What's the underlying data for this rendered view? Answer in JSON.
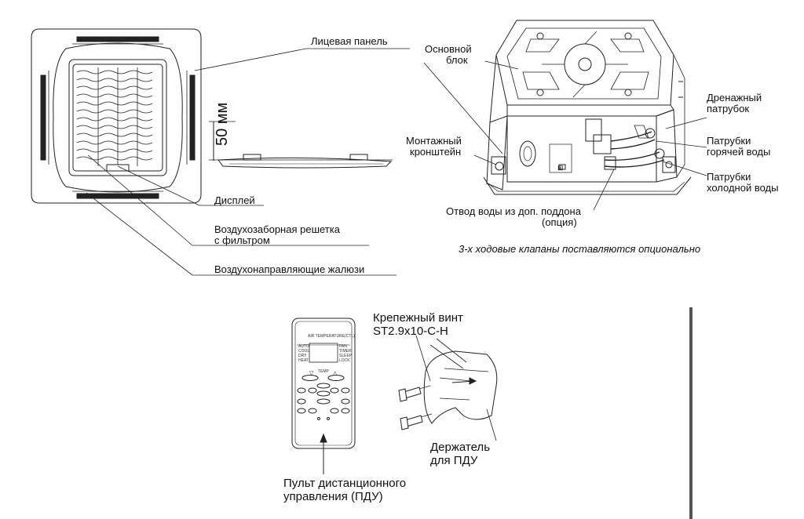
{
  "labels": {
    "front_panel": "Лицевая панель",
    "dimension": "50 мм",
    "display": "Дисплей",
    "intake_grille": [
      "Воздухозаборная решетка",
      "с фильтром"
    ],
    "louvers": "Воздухонаправляющие жалюзи",
    "main_unit": [
      "Основной",
      "блок"
    ],
    "mounting_bracket": [
      "Монтажный",
      "кронштейн"
    ],
    "drain_pipe": [
      "Дренажный",
      "патрубок"
    ],
    "hot_water_pipes": [
      "Патрубки",
      "горячей воды"
    ],
    "cold_water_pipes": [
      "Патрубки",
      "холодной воды"
    ],
    "aux_drain": [
      "Отвод воды из доп. поддона",
      "(опция)"
    ],
    "valve_note": "3-х ходовые клапаны поставляются опционально",
    "screw": [
      "Крепежный винт",
      "ST2.9x10-C-H"
    ],
    "holder": [
      "Держатель",
      "для ПДУ"
    ],
    "remote": [
      "Пульт дистанционного",
      "управления (ПДУ)"
    ]
  },
  "remote_face": {
    "header": "AIR TEMPERATURE(CTL)",
    "modes_left": [
      "AUTO",
      "COOL",
      "DRY",
      "HEAT"
    ],
    "modes_right": [
      "FAN",
      "TIMER",
      "SLEEP",
      "LOCK"
    ],
    "temp": "TEMP"
  }
}
